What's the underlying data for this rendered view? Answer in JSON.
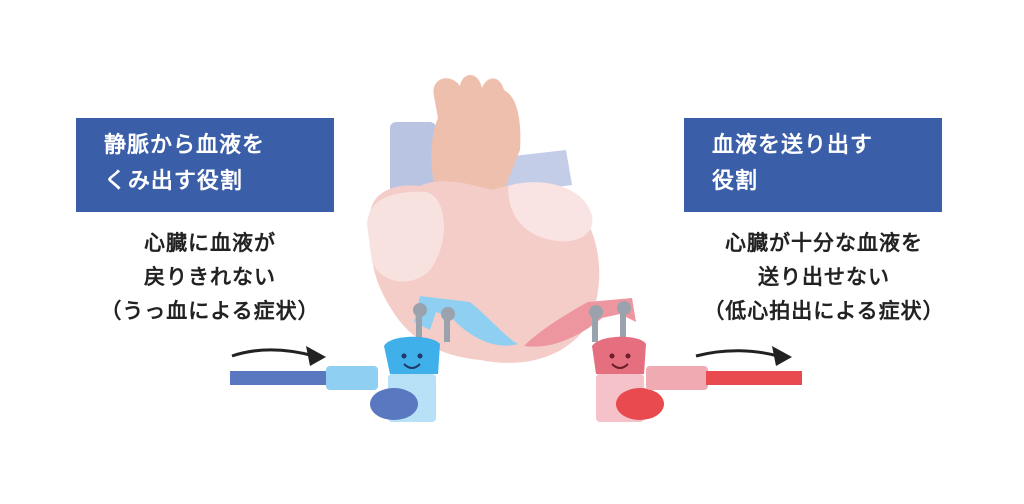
{
  "left_panel": {
    "title_line1": "静脈から血液を",
    "title_line2": "くみ出す役割",
    "symptom_line1": "心臓に血液が",
    "symptom_line2": "戻りきれない",
    "symptom_line3": "（うっ血による症状）"
  },
  "right_panel": {
    "title_line1": "血液を送り出す",
    "title_line2": "役割",
    "symptom_line1": "心臓が十分な血液を",
    "symptom_line2": "送り出せない",
    "symptom_line3": "（低心拍出による症状）"
  },
  "colors": {
    "box_blue": "#3b5ea8",
    "heart_pink": "#f2c9c4",
    "vein_blue": "#5a78bf",
    "artery_red": "#e84a4f",
    "pump_blue": "#55b7ea",
    "pump_pink": "#e88a92"
  }
}
